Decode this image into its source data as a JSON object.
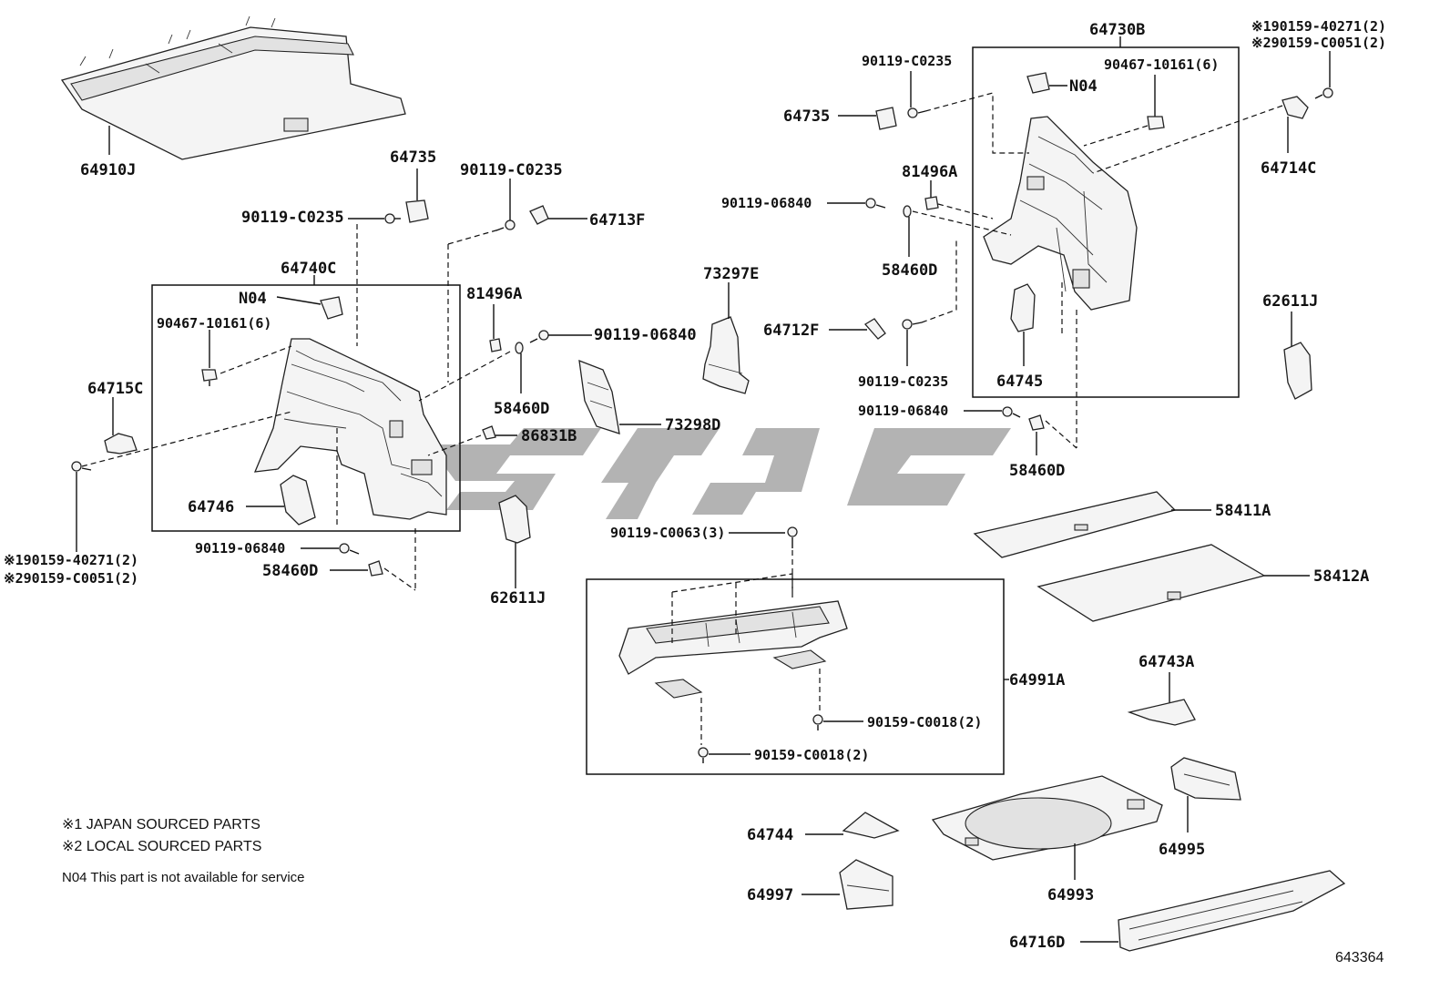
{
  "labels": {
    "p64910J": "64910J",
    "p64735_a": "64735",
    "p90119_C0235_a": "90119-C0235",
    "p90119_C0235_b": "90119-C0235",
    "p64713F": "64713F",
    "p64740C": "64740C",
    "pN04_a": "N04",
    "p90467_a": "90467-10161(6)",
    "p81496A_a": "81496A",
    "p90119_06840_a": "90119-06840",
    "p64715C": "64715C",
    "p58460D_a": "58460D",
    "p86831B": "86831B",
    "p73298D": "73298D",
    "p73297E": "73297E",
    "p64746": "64746",
    "p90119_06840_b": "90119-06840",
    "p58460D_b": "58460D",
    "p190159_a": "※190159-40271(2)",
    "p290159_a": "※290159-C0051(2)",
    "p62611J_a": "62611J",
    "p64730B": "64730B",
    "p90119_C0235_c": "90119-C0235",
    "p90467_b": "90467-10161(6)",
    "pN04_b": "N04",
    "p64735_b": "64735",
    "p81496A_b": "81496A",
    "p90119_06840_c": "90119-06840",
    "p58460D_c": "58460D",
    "p64712F": "64712F",
    "p90119_C0235_d": "90119-C0235",
    "p64745": "64745",
    "p90119_06840_d": "90119-06840",
    "p58460D_d": "58460D",
    "p190159_b": "※190159-40271(2)",
    "p290159_b": "※290159-C0051(2)",
    "p64714C": "64714C",
    "p62611J_b": "62611J",
    "p58411A": "58411A",
    "p58412A": "58412A",
    "p90119_C0063": "90119-C0063(3)",
    "p64991A": "64991A",
    "p90159_C0018_a": "90159-C0018(2)",
    "p90159_C0018_b": "90159-C0018(2)",
    "p64743A": "64743A",
    "p64744": "64744",
    "p64997": "64997",
    "p64993": "64993",
    "p64995": "64995",
    "p64716D": "64716D"
  },
  "notes": {
    "note1": "※1  JAPAN SOURCED PARTS",
    "note2": "※2  LOCAL SOURCED PARTS",
    "note3": "N04 This part is not  available for service"
  },
  "figure_id": "643364",
  "icons": [
    "watermark-logo"
  ]
}
